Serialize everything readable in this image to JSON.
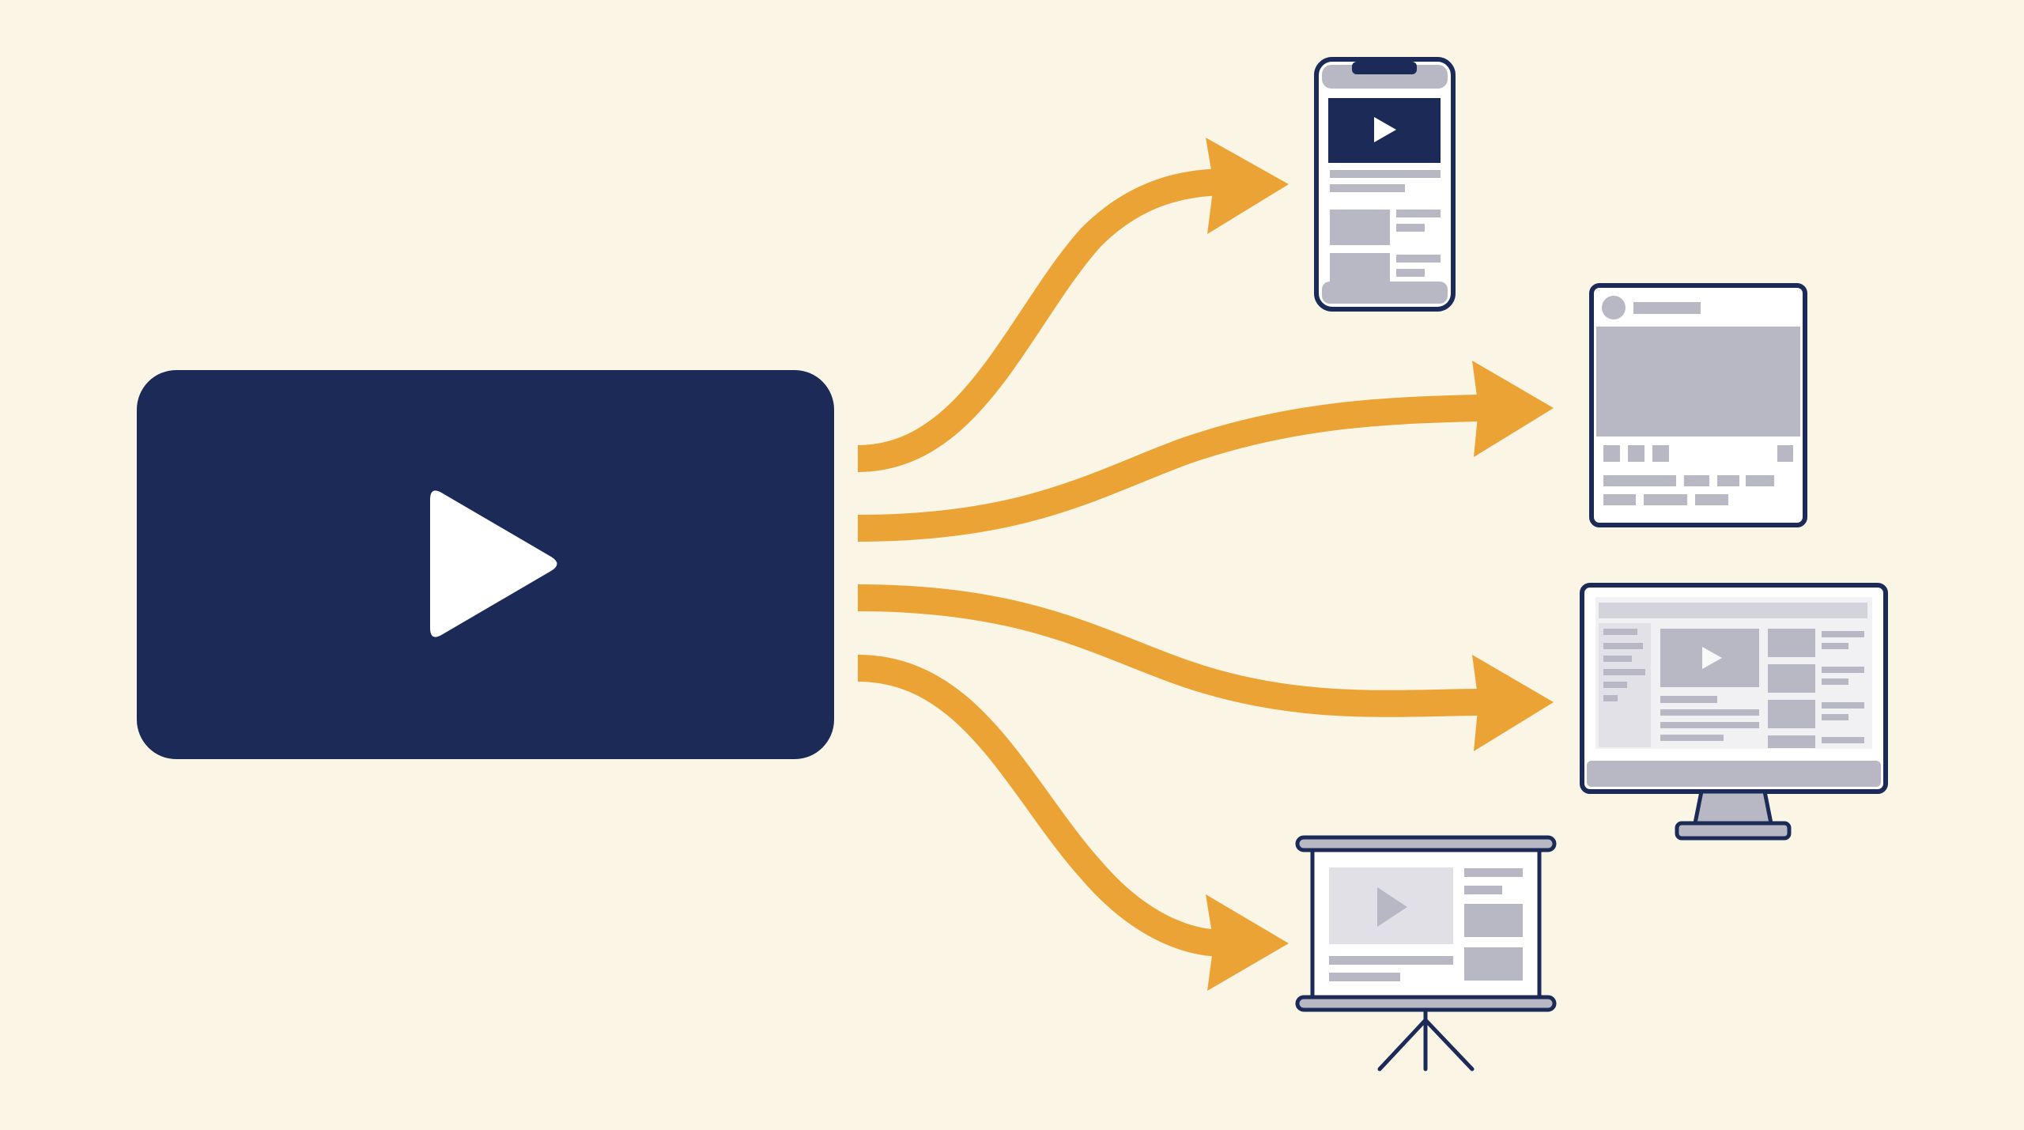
{
  "diagram": {
    "description_kind": "one-to-many video distribution",
    "source": {
      "icon": "play-icon",
      "fill": "#1b2a57",
      "glyph_color": "#ffffff"
    },
    "connector_color": "#eba335",
    "outline_color": "#1b2a57",
    "placeholder_color": "#b7b8c4",
    "background": "#fbf5e5",
    "targets": [
      {
        "id": "smartphone",
        "icon": "smartphone-icon"
      },
      {
        "id": "social-post",
        "icon": "social-post-icon"
      },
      {
        "id": "desktop-monitor",
        "icon": "desktop-monitor-icon"
      },
      {
        "id": "projector-screen",
        "icon": "projector-screen-icon"
      }
    ]
  }
}
